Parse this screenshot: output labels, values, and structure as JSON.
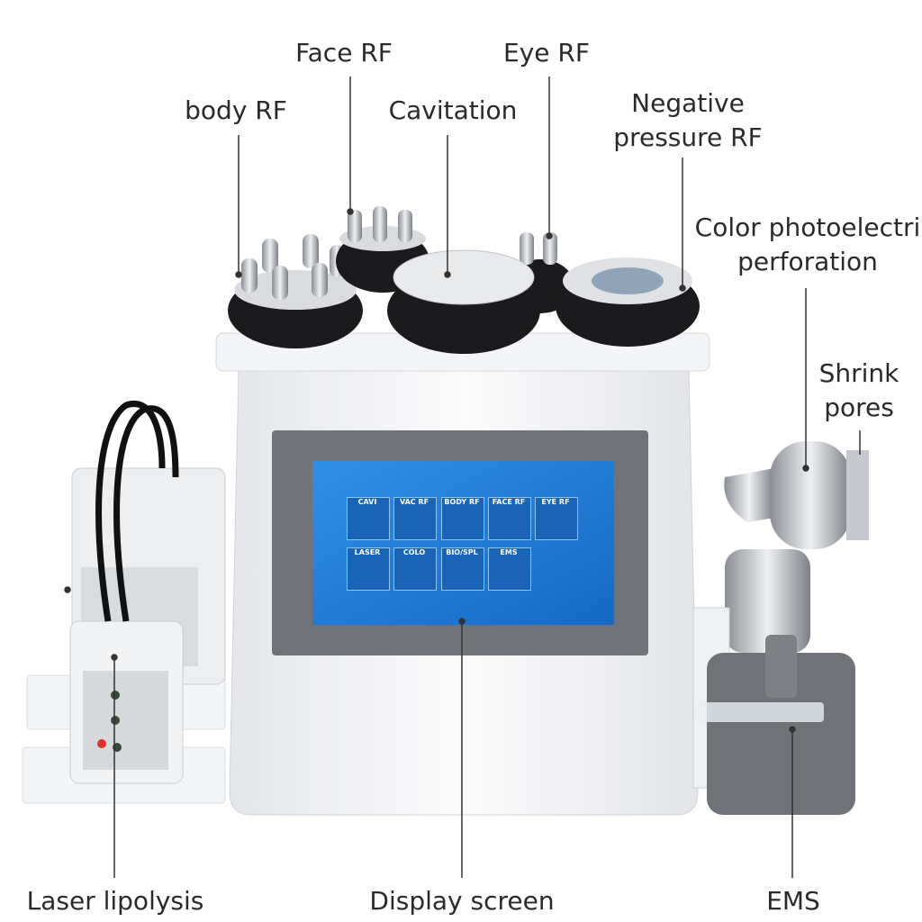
{
  "labels": {
    "face_rf": "Face RF",
    "eye_rf": "Eye RF",
    "body_rf": "body RF",
    "cavitation": "Cavitation",
    "negative_pressure_rf": [
      "Negative",
      "pressure RF"
    ],
    "color_photoelectric": [
      "Color photoelectri",
      "perforation"
    ],
    "shrink_pores": [
      "Shrink",
      "pores"
    ],
    "laser_lipolysis": "Laser lipolysis",
    "display_screen": "Display screen",
    "ems": "EMS"
  },
  "screen": {
    "tiles": [
      "CAVI",
      "VAC RF",
      "BODY RF",
      "FACE RF",
      "EYE RF",
      "LASER",
      "COLO",
      "BIO/SPL",
      "EMS"
    ]
  },
  "colors": {
    "screen": "#1b7fd6",
    "bezel": "#6f7276",
    "body": "#f2f3f5"
  }
}
